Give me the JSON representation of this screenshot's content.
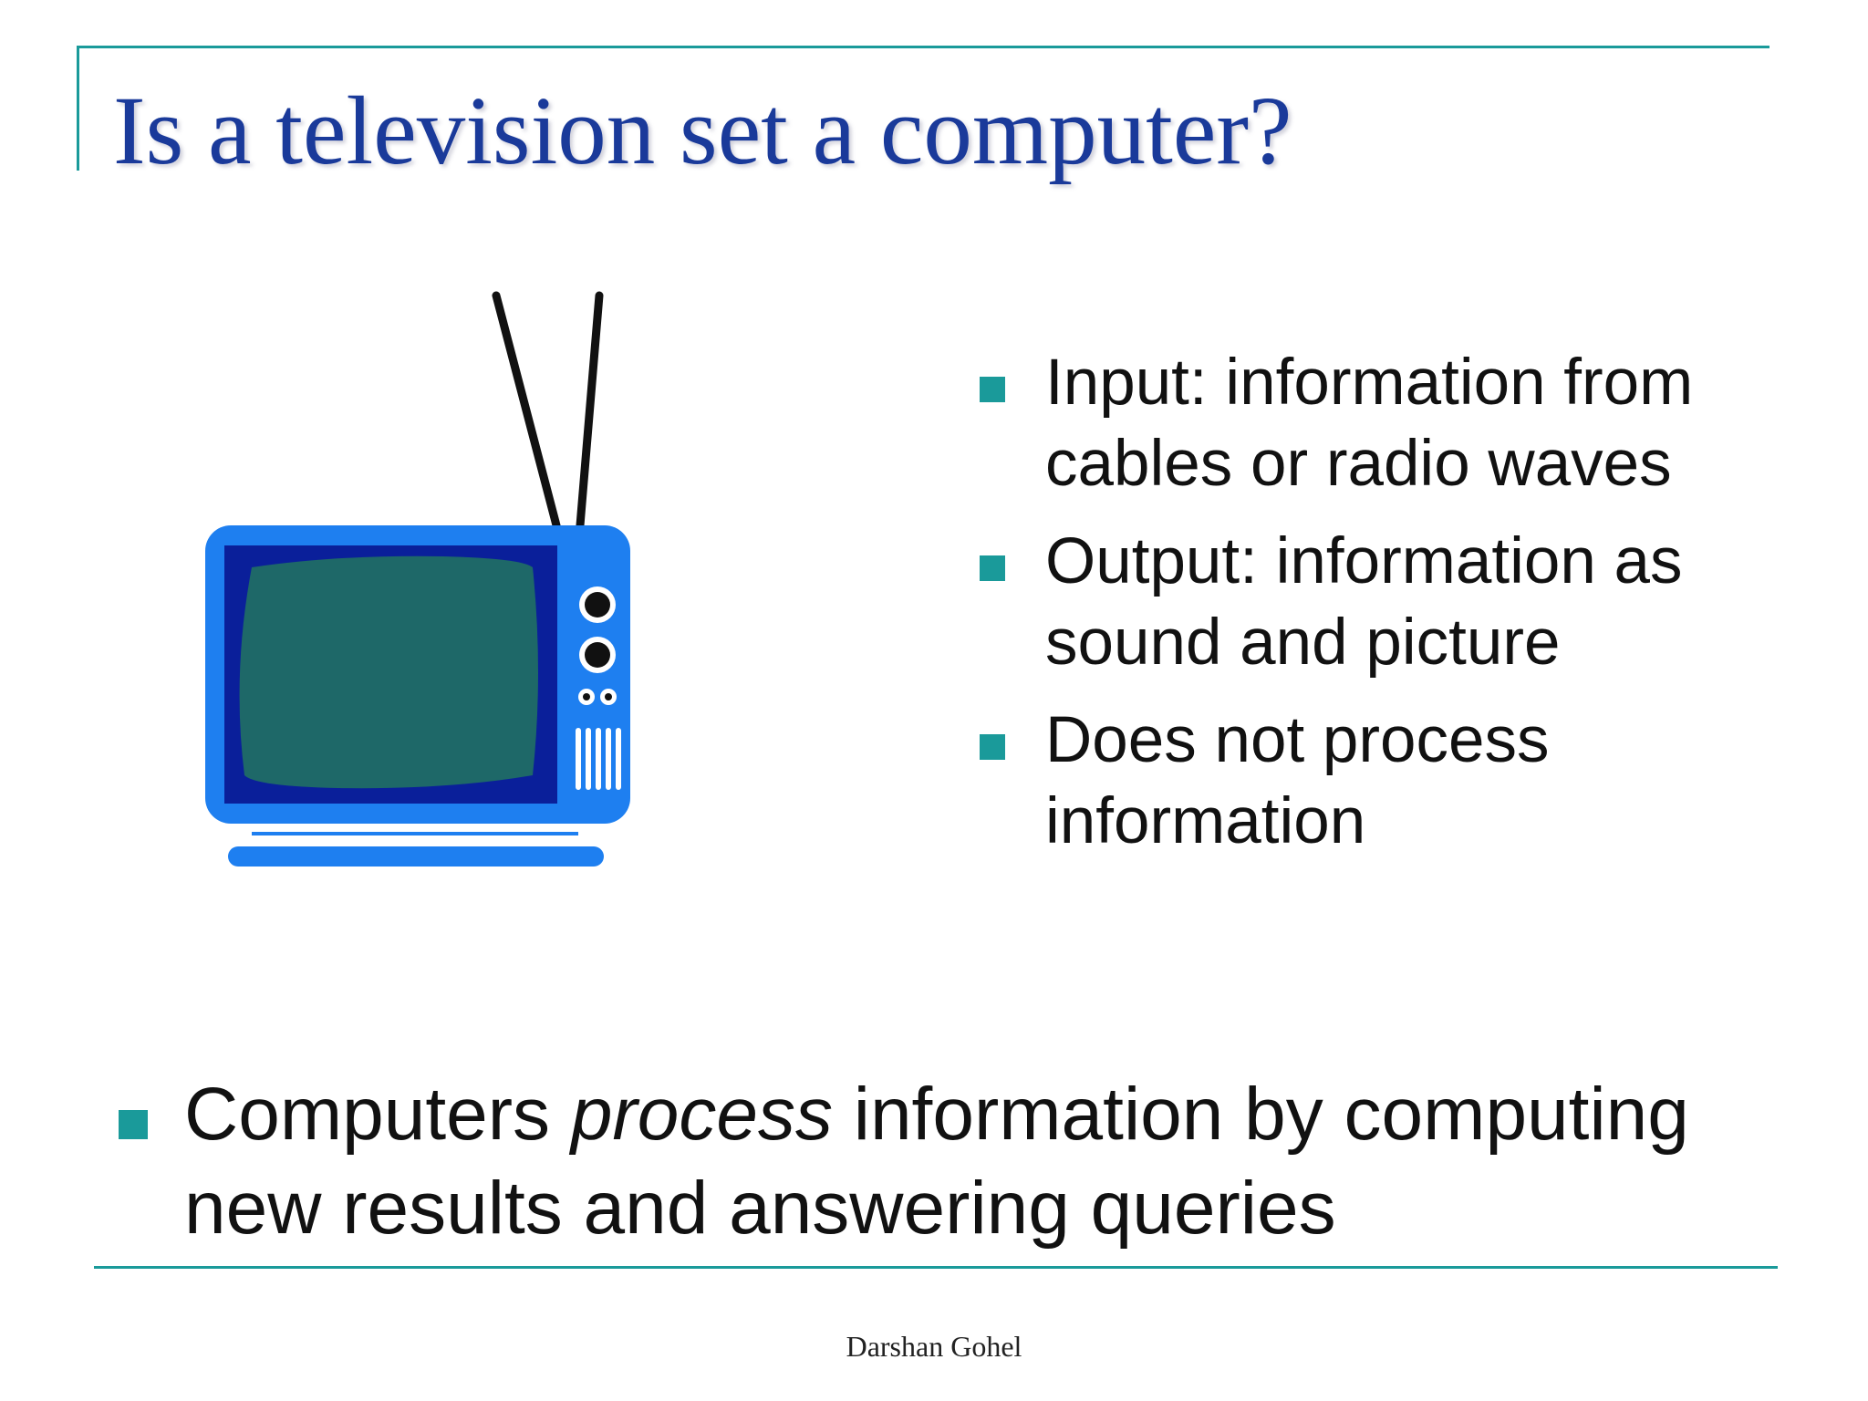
{
  "slide": {
    "title": "Is a television set a computer?",
    "bullets": [
      {
        "text": "Input: information from cables or radio waves"
      },
      {
        "text": "Output: information as sound and picture"
      },
      {
        "text": "Does not process information"
      }
    ],
    "bottom": {
      "prefix": "Computers ",
      "emphasis": "process",
      "suffix": " information by computing new results and answering queries"
    },
    "footer": "Darshan Gohel"
  },
  "colors": {
    "accent": "#1a9a9a",
    "title": "#1a3a9a",
    "tv_body": "#1e7ff0",
    "tv_bezel": "#0a1f9a",
    "tv_screen": "#1e6868"
  },
  "illustration": {
    "icon": "television-icon"
  }
}
